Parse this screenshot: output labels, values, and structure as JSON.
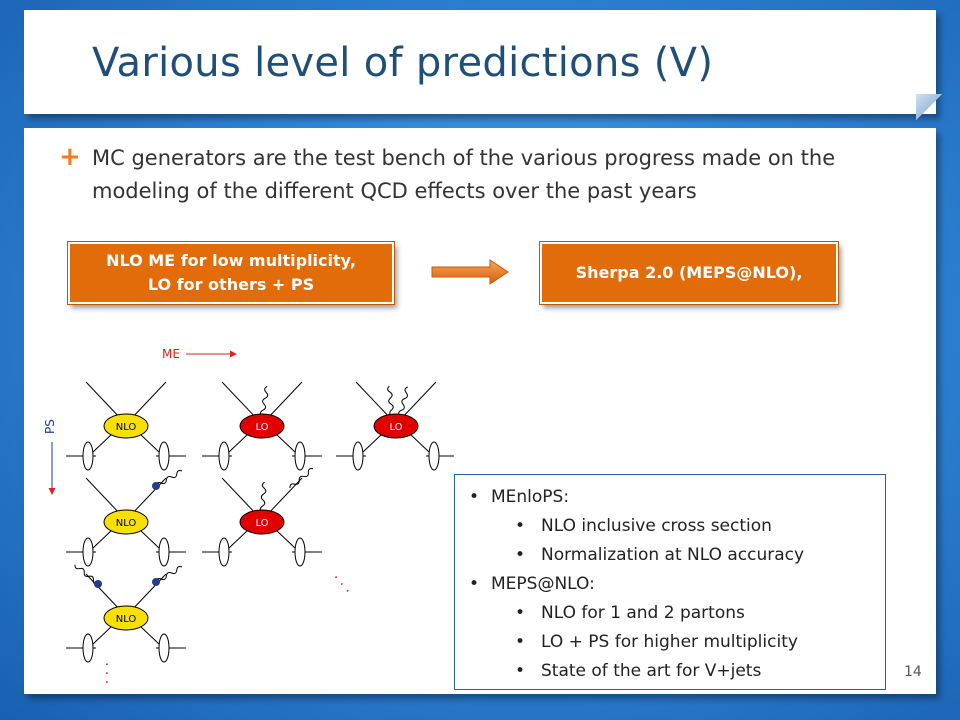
{
  "slide": {
    "title": "Various level of predictions (V)",
    "bullet": "MC generators are the test bench of the various progress made on the modeling of the different QCD effects over the past years",
    "box_left": [
      "NLO ME for low multiplicity,",
      "LO for others + PS"
    ],
    "box_right": "Sherpa 2.0 (MEPS@NLO),",
    "page_number": "14"
  },
  "diagram": {
    "me_label": "ME",
    "ps_label": "PS",
    "nlo_label": "NLO",
    "lo_label": "LO",
    "dots": ". . ."
  },
  "infobox": {
    "items": [
      {
        "level": 1,
        "text": "MEnloPS:"
      },
      {
        "level": 2,
        "text": "NLO inclusive cross section"
      },
      {
        "level": 2,
        "text": "Normalization at NLO accuracy"
      },
      {
        "level": 1,
        "text": "MEPS@NLO:"
      },
      {
        "level": 2,
        "text": "NLO for 1 and 2 partons"
      },
      {
        "level": 2,
        "text": "LO + PS for higher multiplicity"
      },
      {
        "level": 2,
        "text": "State of the art for V+jets"
      }
    ]
  },
  "colors": {
    "accent": "#e36c0a",
    "title": "#1f4e79",
    "nlo_blob": "#f5e000",
    "lo_blob": "#e00000",
    "vertex": "#2a3a8a"
  }
}
